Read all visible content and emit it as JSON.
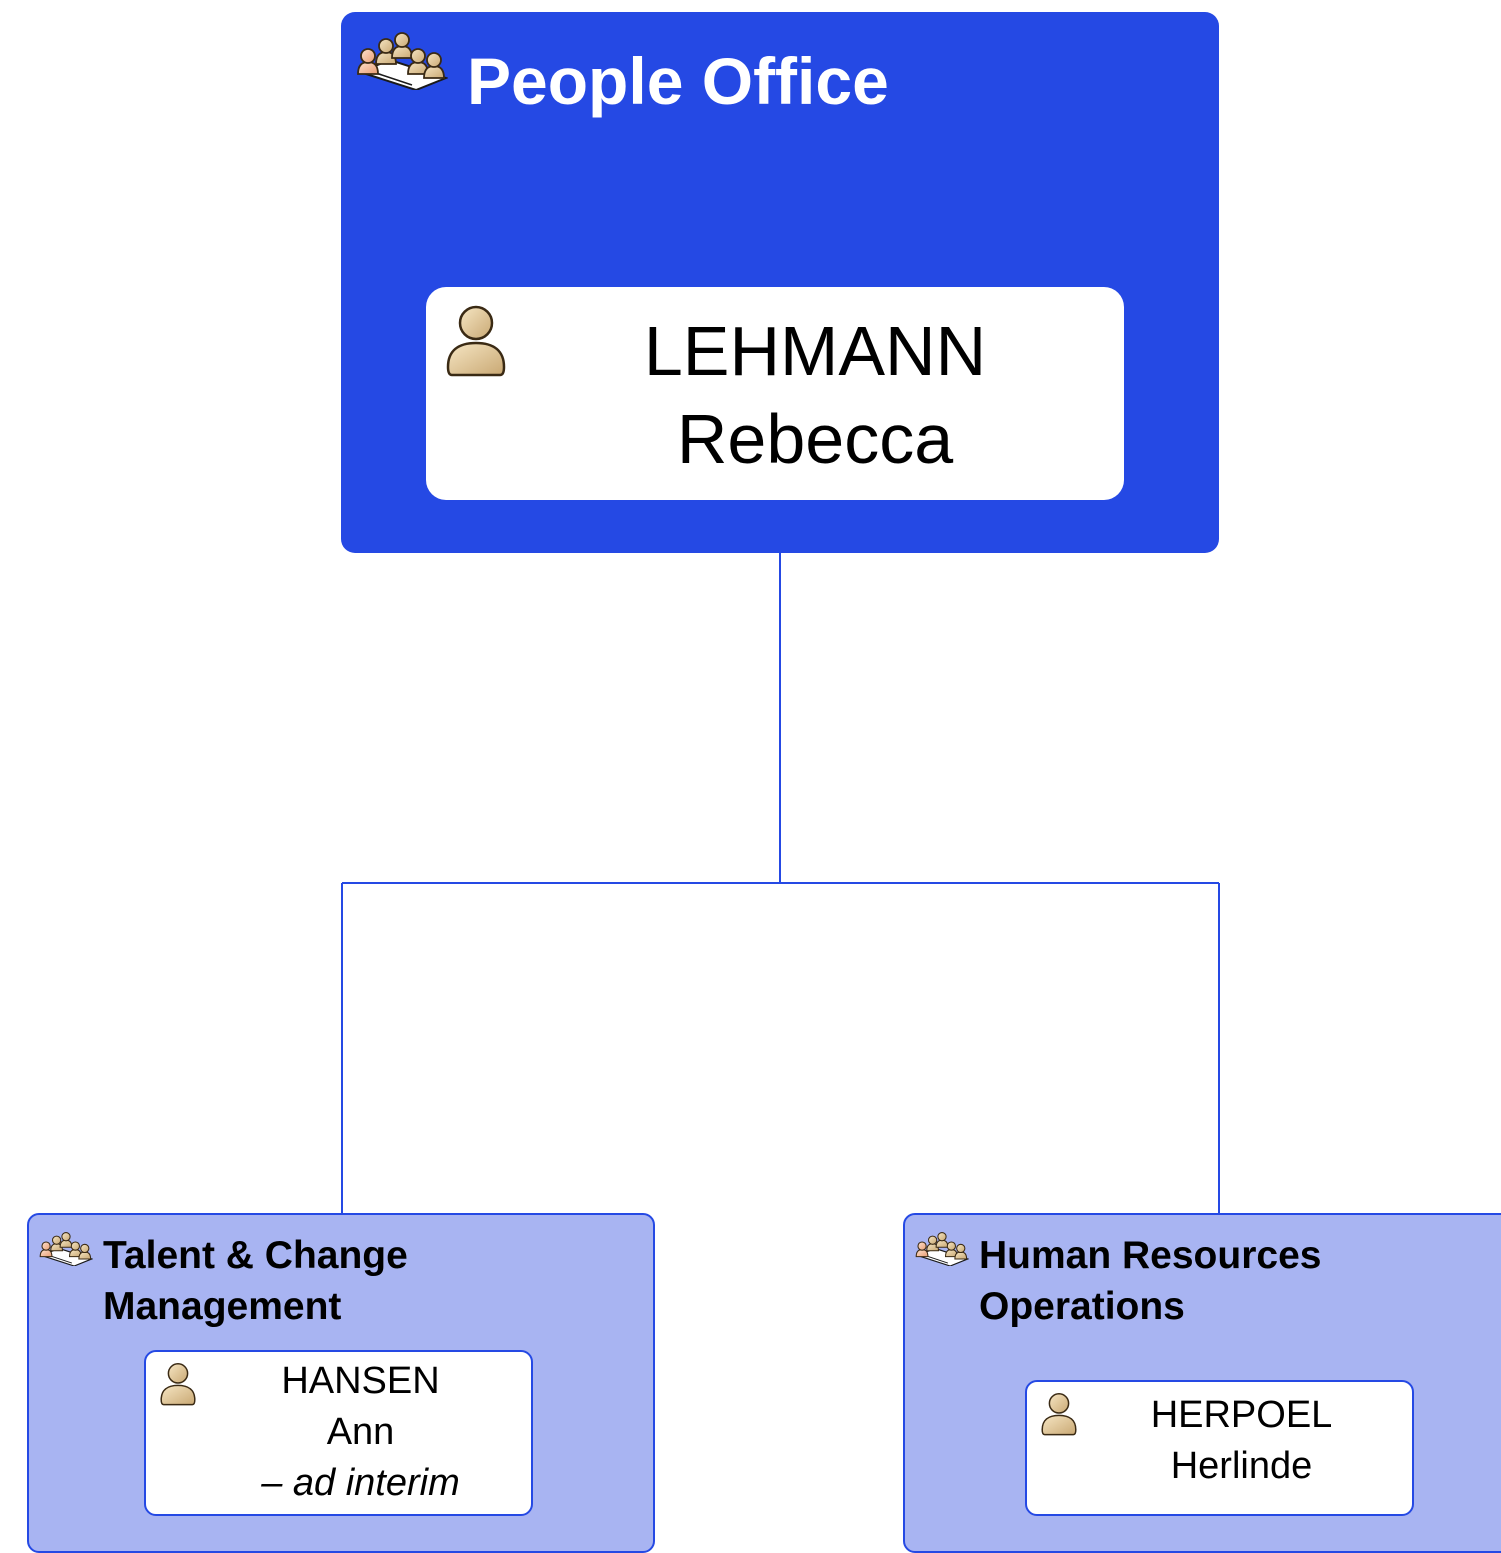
{
  "colors": {
    "top_unit_fill": "#2549e4",
    "sub_unit_fill": "#a8b4f2",
    "connector": "#2549e4",
    "card_fill": "#ffffff"
  },
  "icons": {
    "unit_icon": "people-group-icon",
    "person_icon": "person-icon"
  },
  "top_unit": {
    "title": "People Office",
    "head": {
      "surname": "LEHMANN",
      "given_name": "Rebecca"
    }
  },
  "sub_units": [
    {
      "title": "Talent & Change Management",
      "head": {
        "surname": "HANSEN",
        "given_name": "Ann",
        "note": "– ad interim"
      }
    },
    {
      "title": "Human Resources Operations",
      "head": {
        "surname": "HERPOEL",
        "given_name": "Herlinde"
      }
    }
  ]
}
